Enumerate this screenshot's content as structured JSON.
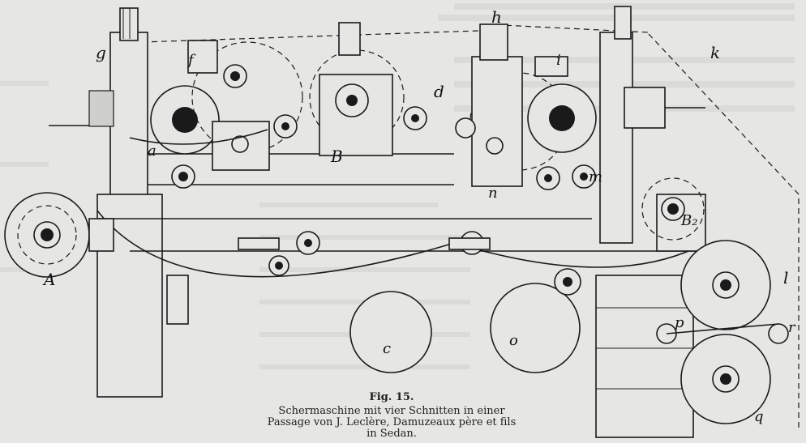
{
  "figure": {
    "number": "Fig. 15.",
    "caption_line1": "Schermaschine mit vier Schnitten in einer",
    "caption_line2": "Passage von J. Leclère, Damuzeaux père et fils",
    "caption_line3": "in Sedan."
  },
  "labels": {
    "g": "g",
    "f": "f",
    "h": "h",
    "i": "i",
    "k": "k",
    "d": "d",
    "B": "B",
    "a": "a",
    "m": "m",
    "n": "n",
    "B2": "B₂",
    "A": "A",
    "c": "c",
    "o": "o",
    "l": "l",
    "p": "p",
    "r": "r",
    "q": "q"
  },
  "colors": {
    "ink": "#1a1a1a",
    "paper": "#e6e6e4"
  }
}
